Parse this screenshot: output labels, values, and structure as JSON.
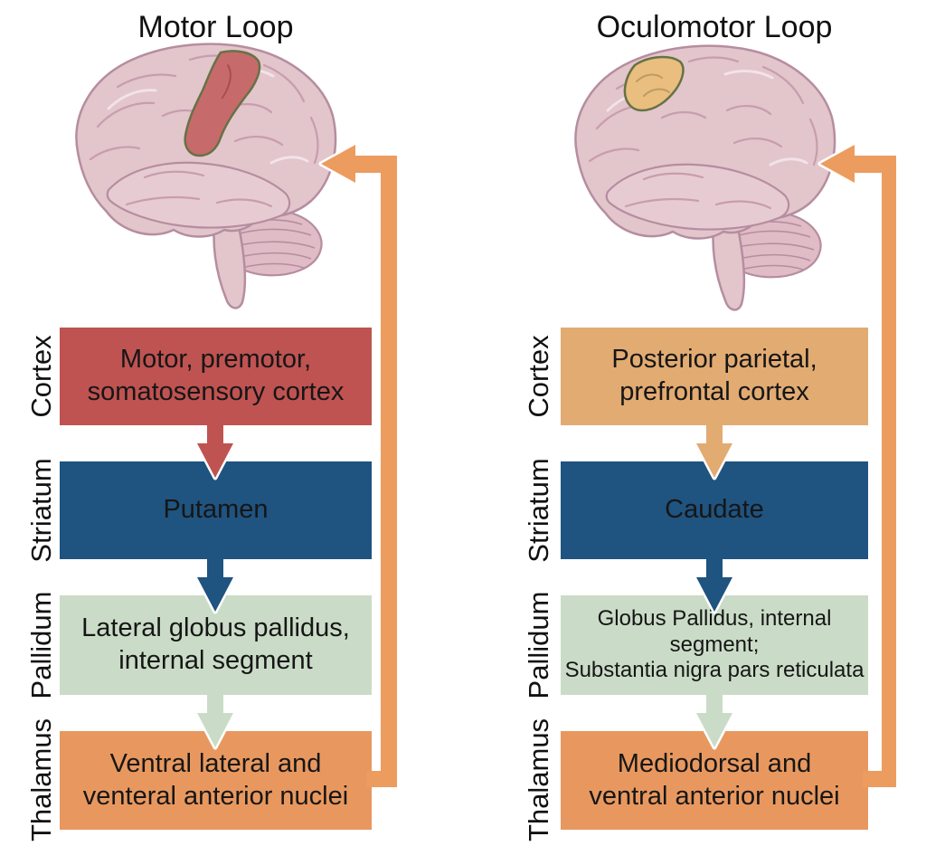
{
  "colors": {
    "cortex_left": "#bf5351",
    "cortex_right": "#e2ab72",
    "striatum": "#1f5380",
    "pallidum": "#cadcc7",
    "thalamus": "#e8985f",
    "feedback_arrow": "#ec9c5f",
    "brain_base": "#e3c5cc",
    "brain_outline": "#b68da0",
    "brain_gyri": "#c89dad",
    "motor_highlight": "#c76a6c",
    "fef_highlight": "#e9be7f",
    "highlight_outline": "#667245"
  },
  "loops": [
    {
      "title": "Motor Loop",
      "stages": [
        {
          "label": "Cortex",
          "text": "Motor, premotor,\nsomatosensory cortex"
        },
        {
          "label": "Striatum",
          "text": "Putamen"
        },
        {
          "label": "Pallidum",
          "text": "Lateral globus pallidus,\ninternal segment"
        },
        {
          "label": "Thalamus",
          "text": "Ventral lateral and\nventeral anterior nuclei"
        }
      ]
    },
    {
      "title": "Oculomotor Loop",
      "stages": [
        {
          "label": "Cortex",
          "text": "Posterior parietal,\nprefrontal cortex"
        },
        {
          "label": "Striatum",
          "text": "Caudate"
        },
        {
          "label": "Pallidum",
          "text": "Globus Pallidus, internal\nsegment;\nSubstantia nigra pars reticulata"
        },
        {
          "label": "Thalamus",
          "text": "Mediodorsal and\nventral anterior nuclei"
        }
      ]
    }
  ]
}
